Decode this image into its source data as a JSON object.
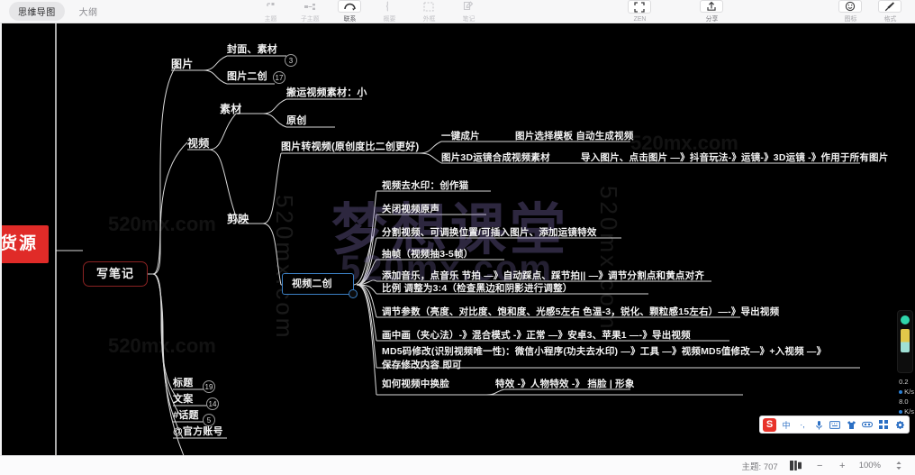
{
  "toolbar": {
    "tabs": [
      {
        "label": "思维导图",
        "active": true
      },
      {
        "label": "大纲",
        "active": false
      }
    ],
    "center_buttons": [
      {
        "label": "主题",
        "icon": "topic-icon",
        "enabled": false
      },
      {
        "label": "子主题",
        "icon": "subtopic-icon",
        "enabled": false
      },
      {
        "label": "联系",
        "icon": "relation-icon",
        "enabled": true
      },
      {
        "label": "概要",
        "icon": "summary-icon",
        "enabled": false
      },
      {
        "label": "外框",
        "icon": "frame-icon",
        "enabled": false
      },
      {
        "label": "笔记",
        "icon": "note-icon",
        "enabled": false
      }
    ],
    "zen": {
      "label": "ZEN",
      "icon": "fullscreen-icon"
    },
    "share": {
      "label": "分享",
      "icon": "share-icon"
    },
    "right_buttons": [
      {
        "label": "图标",
        "icon": "emoji-icon"
      },
      {
        "label": "格式",
        "icon": "brush-icon"
      }
    ]
  },
  "mindmap": {
    "root": {
      "text": "货源",
      "color": "#e02b28"
    },
    "main_branch": {
      "text": "写笔记",
      "border_color": "#8a2222"
    },
    "selected_node": "视频二创",
    "nodes": {
      "tupian": "图片",
      "fengmian": "封面、素材",
      "tupian_erchuang": "图片二创",
      "sucai": "素材",
      "banyun": "搬运视频素材：小",
      "yuanchuang": "原创",
      "shipin": "视频",
      "tupian_zhuan_shipin": "图片转视频(原创度比二创更好)",
      "yijian_chengpian": "一键成片",
      "yijian_chengpian_detail": "图片选择模板 自动生成视频",
      "tupian_3d": "图片3D运镜合成视频素材",
      "tupian_3d_detail": "导入图片、点击图片 —》抖音玩法-》运镜-》3D运镜 -》作用于所有图片",
      "jianying": "剪映",
      "shipin_erchuang": "视频二创",
      "qushuiyin": "视频去水印：创作猫",
      "guanbi_yuansheng": "关闭视频原声",
      "fenge": "分割视频、可调换位置/可插入图片、添加运镜特效",
      "chouzhen": "抽帧（视频抽3-5帧）",
      "yinyue": "添加音乐，点音乐 节拍 —》自动踩点、踩节拍|| —》调节分割点和黄点对齐",
      "bili": "比例 调整为3:4（检查黑边和阴影进行调整）",
      "canshu": "调节参数（亮度、对比度、饱和度、光感5左右 色温-3，锐化、颗粒感15左右）—-》导出视频",
      "huazhonghua": "画中画（夹心法）-》混合模式 -》正常 —》安卓3、苹果1 —-》导出视频",
      "md5": "MD5码修改(识别视频唯一性)：微信小程序(功夫去水印) —》工具 —》视频MD5值修改—》+入视频 —》保存修改内容 即可",
      "huanlian": "如何视频中换脸",
      "huanlian_detail": "特效 -》人物特效 -》 挡脸 | 形象",
      "biaoti": "标题",
      "wenan": "文案",
      "huati": "#话题",
      "guanfang": "@官方账号"
    },
    "badges": {
      "fengmian": "3",
      "tupian_erchuang": "17",
      "biaoti": "19",
      "wenan": "14",
      "huati": "5"
    }
  },
  "watermark": {
    "big": "梦想课堂",
    "url": "520mx.com",
    "vertical": "520mx.com",
    "small": "520mx.com"
  },
  "color_widget": {
    "legend_1": "0.2",
    "legend_1b": "K/s",
    "legend_2": "8.0",
    "legend_2b": "K/s"
  },
  "ime": {
    "logo": "S",
    "items": [
      "中",
      "·,",
      "mic-icon",
      "keyboard-icon",
      "shirt-icon",
      "capsule-icon",
      "apps-icon",
      "settings-icon"
    ]
  },
  "statusbar": {
    "theme_count": "主题: 707",
    "layout_icon": "layout-icon",
    "zoom_out": "−",
    "zoom_in": "+",
    "zoom_level": "100%",
    "stepper_icon": "stepper-icon"
  }
}
